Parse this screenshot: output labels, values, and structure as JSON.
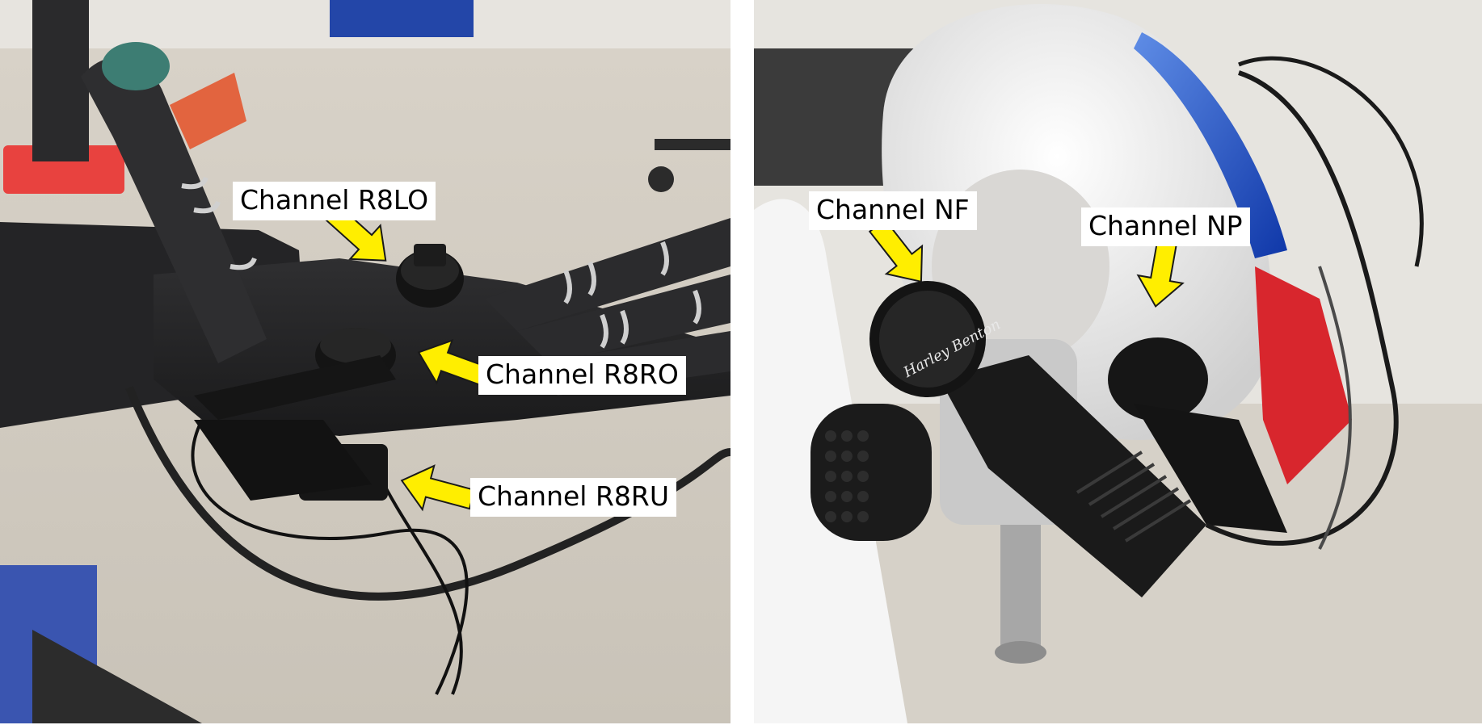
{
  "figure": {
    "left_photo": {
      "subject": "robot-hand-with-clip-microphones",
      "labels": {
        "r8lo": "Channel R8LO",
        "r8ro": "Channel R8RO",
        "r8ru": "Channel R8RU"
      }
    },
    "right_photo": {
      "subject": "robot-head-with-clip-microphones",
      "mic_brand": "Harley Benton",
      "labels": {
        "nf": "Channel NF",
        "np": "Channel NP"
      }
    },
    "colors": {
      "arrow": "#ffee00",
      "label_background": "#ffffff",
      "divider": "#ffffff"
    }
  }
}
